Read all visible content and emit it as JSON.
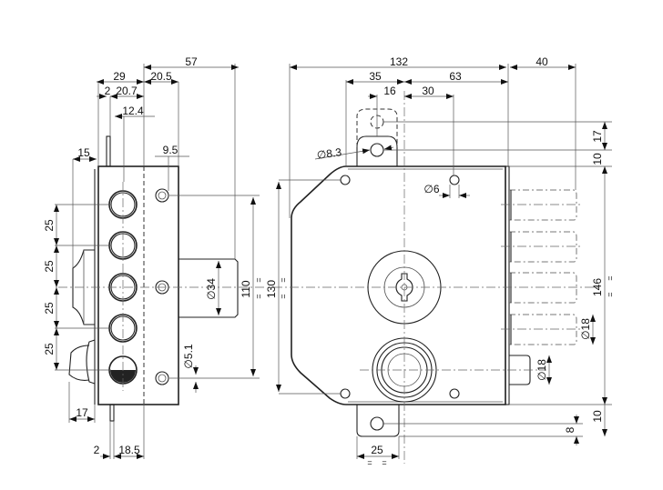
{
  "drawing": {
    "title": "Rim lock dimensional drawing",
    "side_view": {
      "dims": {
        "d57": "57",
        "d29": "29",
        "d20_5": "20.5",
        "d2_top": "2",
        "d20_7": "20.7",
        "d12_4": "12.4",
        "d15": "15",
        "d9_5": "9.5",
        "d25_a": "25",
        "d25_b": "25",
        "d25_c": "25",
        "d25_d": "25",
        "d34": "∅34",
        "d5_1": "∅5.1",
        "d110": "110",
        "d17": "17",
        "d2_bottom": "2",
        "d18_5": "18.5",
        "eq": "="
      }
    },
    "front_view": {
      "dims": {
        "d132": "132",
        "d40": "40",
        "d35": "35",
        "d63": "63",
        "d16": "16",
        "d30": "30",
        "d8_3": "∅8.3",
        "d6": "∅6",
        "d130": "130",
        "d17": "17",
        "d10_top": "10",
        "d146": "146",
        "d18_bolt": "∅18",
        "d18_latch": "∅18",
        "d10_bottom": "10",
        "d8": "8",
        "d25": "25",
        "eq": "="
      }
    }
  }
}
